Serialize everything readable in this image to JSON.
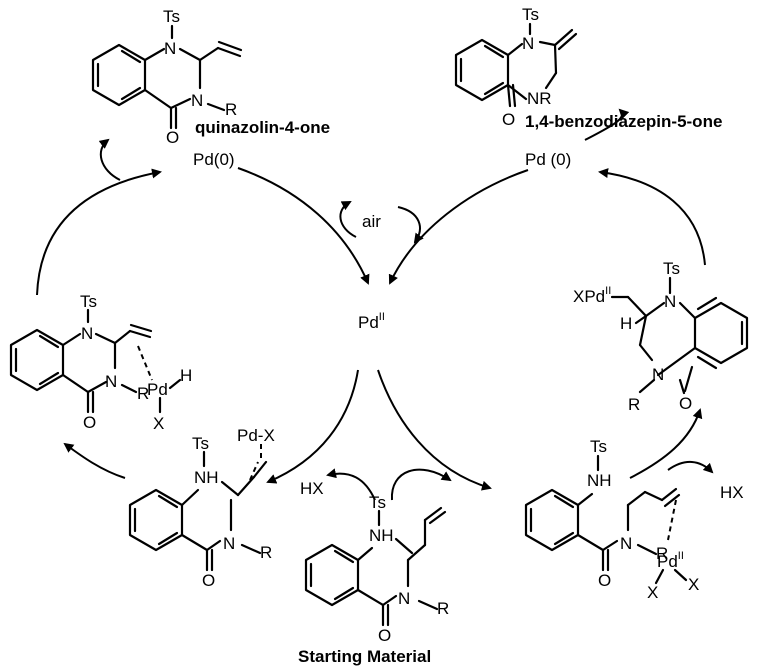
{
  "catalyst": {
    "pd0_left": "Pd(0)",
    "pd0_right": "Pd (0)",
    "pd2_main": "Pd",
    "pd2_sup": "II",
    "air": "air"
  },
  "products": {
    "quinazolinone": "quinazolin-4-one",
    "benzodiazepinone": "1,4-benzodiazepin-5-one"
  },
  "starting_material": "Starting Material",
  "byproduct": {
    "left": "HX",
    "right": "HX"
  },
  "atoms": {
    "ts": "Ts",
    "n": "N",
    "nh": "NH",
    "r": "R",
    "o": "O",
    "nr": "NR",
    "h": "H",
    "x": "X",
    "pd": "Pd",
    "pdx": "Pd-X",
    "xpd": "XPd",
    "sup_ii": "II"
  },
  "colors": {
    "ink": "#000000",
    "background": "#ffffff"
  }
}
